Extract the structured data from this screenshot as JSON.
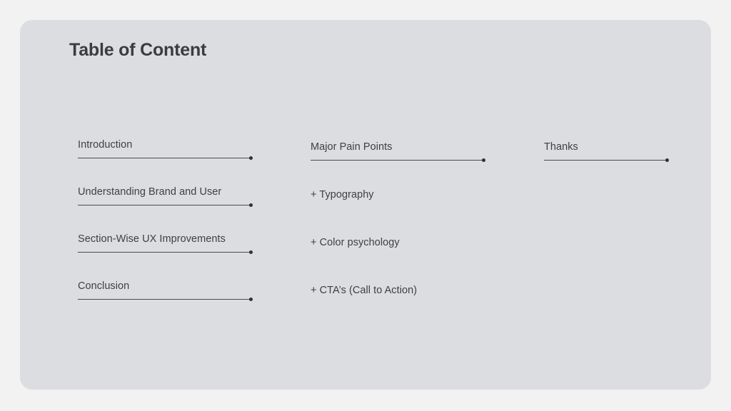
{
  "slide": {
    "title": "Table of Content",
    "background_color": "#f2f2f2",
    "card_color": "#dcdde0",
    "text_color": "#3f4042",
    "rule_color": "#4a4b4d"
  },
  "columns": [
    {
      "name": "column-1",
      "items": [
        {
          "label": "Introduction",
          "rule": true
        },
        {
          "label": "Understanding Brand and User",
          "rule": true
        },
        {
          "label": "Section-Wise UX Improvements",
          "rule": true
        },
        {
          "label": "Conclusion",
          "rule": true
        }
      ]
    },
    {
      "name": "column-2",
      "items": [
        {
          "label": "Major Pain Points",
          "rule": true
        },
        {
          "label": "+ Typography",
          "rule": false
        },
        {
          "label": "+ Color psychology",
          "rule": false
        },
        {
          "label": "+ CTA’s (Call to Action)",
          "rule": false
        }
      ]
    },
    {
      "name": "column-3",
      "items": [
        {
          "label": "Thanks",
          "rule": true
        }
      ]
    }
  ]
}
